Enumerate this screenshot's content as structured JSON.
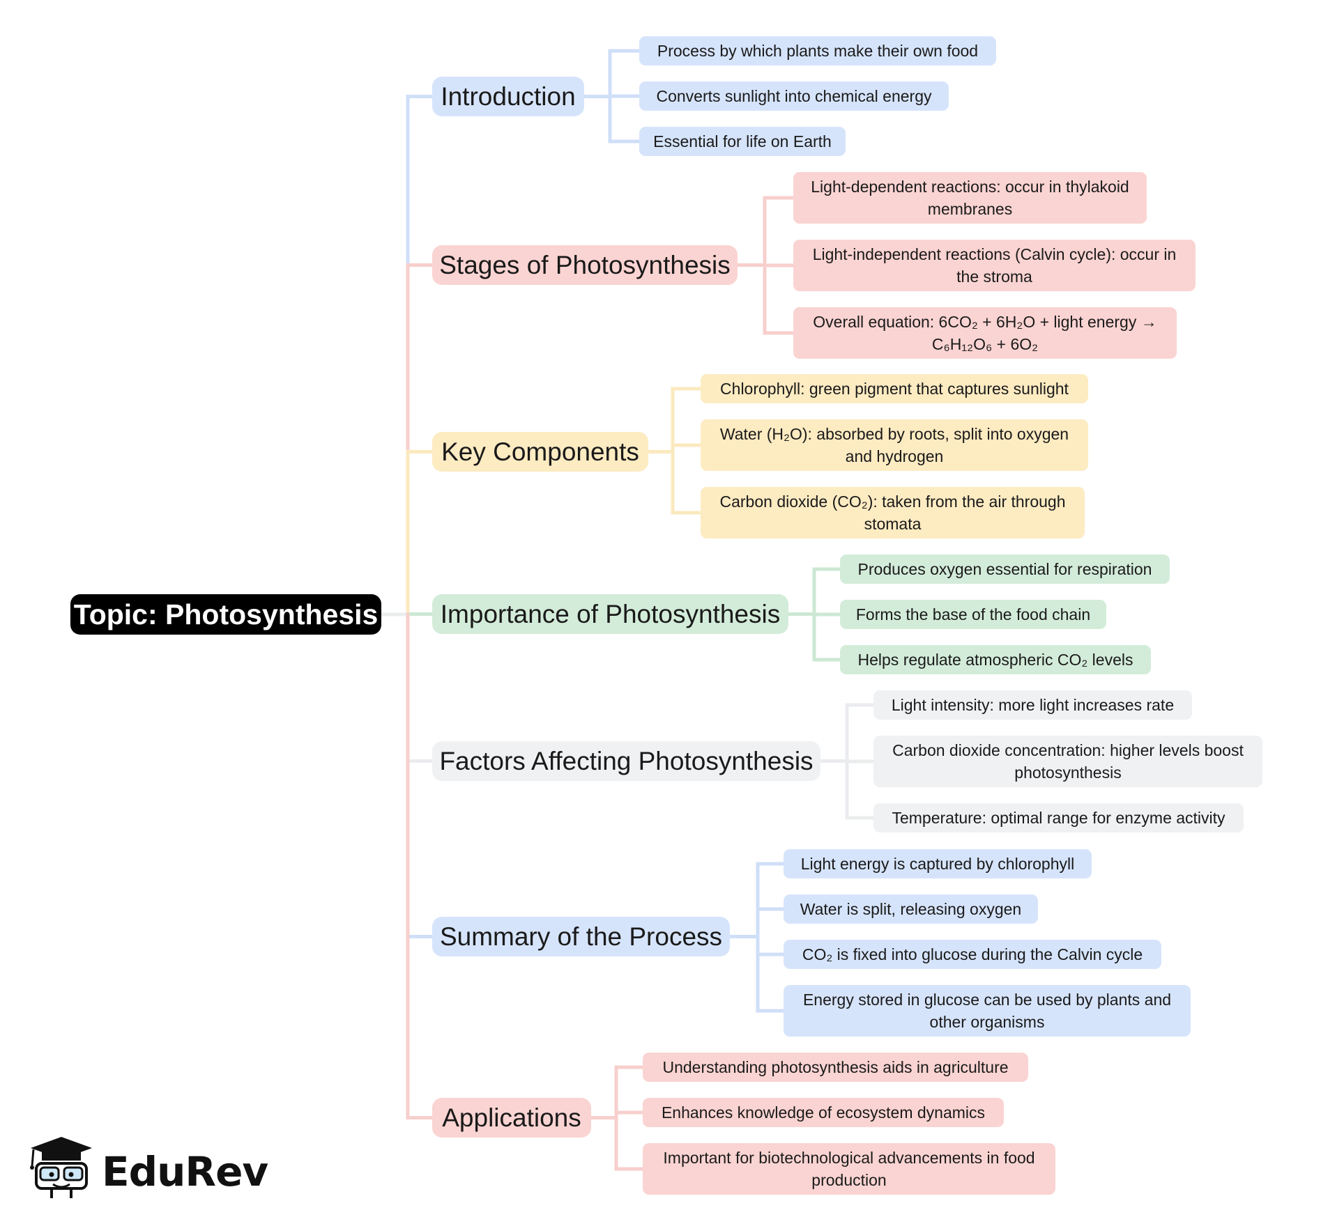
{
  "colors": {
    "blue": {
      "fill": "#d6e4fb",
      "line": "#cfdff8"
    },
    "red": {
      "fill": "#fad4d2",
      "line": "#f7cfcc"
    },
    "yellow": {
      "fill": "#fdebc2",
      "line": "#fbe9bf"
    },
    "green": {
      "fill": "#d3ecd9",
      "line": "#cce8d3"
    },
    "gray": {
      "fill": "#f0f1f3",
      "line": "#ebecee"
    }
  },
  "root": {
    "label": "Topic: Photosynthesis"
  },
  "branches": [
    {
      "label": "Introduction",
      "color": "blue",
      "children": [
        "Process by which plants make their own food",
        "Converts sunlight into chemical energy",
        "Essential for life on Earth"
      ]
    },
    {
      "label": "Stages of Photosynthesis",
      "color": "red",
      "children": [
        "Light-dependent reactions: occur in thylakoid membranes",
        "Light-independent reactions (Calvin cycle): occur in the stroma",
        "Overall equation: 6CO₂ + 6H₂O + light energy → C₆H₁₂O₆ + 6O₂"
      ]
    },
    {
      "label": "Key Components",
      "color": "yellow",
      "children": [
        "Chlorophyll: green pigment that captures sunlight",
        "Water (H₂O): absorbed by roots, split into oxygen and hydrogen",
        "Carbon dioxide (CO₂): taken from the air through stomata"
      ]
    },
    {
      "label": "Importance of Photosynthesis",
      "color": "green",
      "children": [
        "Produces oxygen essential for respiration",
        "Forms the base of the food chain",
        "Helps regulate atmospheric CO₂ levels"
      ]
    },
    {
      "label": "Factors Affecting Photosynthesis",
      "color": "gray",
      "children": [
        "Light intensity: more light increases rate",
        "Carbon dioxide concentration: higher levels boost photosynthesis",
        "Temperature: optimal range for enzyme activity"
      ]
    },
    {
      "label": "Summary of the Process",
      "color": "blue",
      "children": [
        "Light energy is captured by chlorophyll",
        "Water is split, releasing oxygen",
        "CO₂ is fixed into glucose during the Calvin cycle",
        "Energy stored in glucose can be used by plants and other organisms"
      ]
    },
    {
      "label": "Applications",
      "color": "red",
      "children": [
        "Understanding photosynthesis aids in agriculture",
        "Enhances knowledge of ecosystem dynamics",
        "Important for biotechnological advancements in food production"
      ]
    }
  ],
  "logo": {
    "text": "EduRev",
    "icon": "graduation-cap-mascot-icon"
  }
}
